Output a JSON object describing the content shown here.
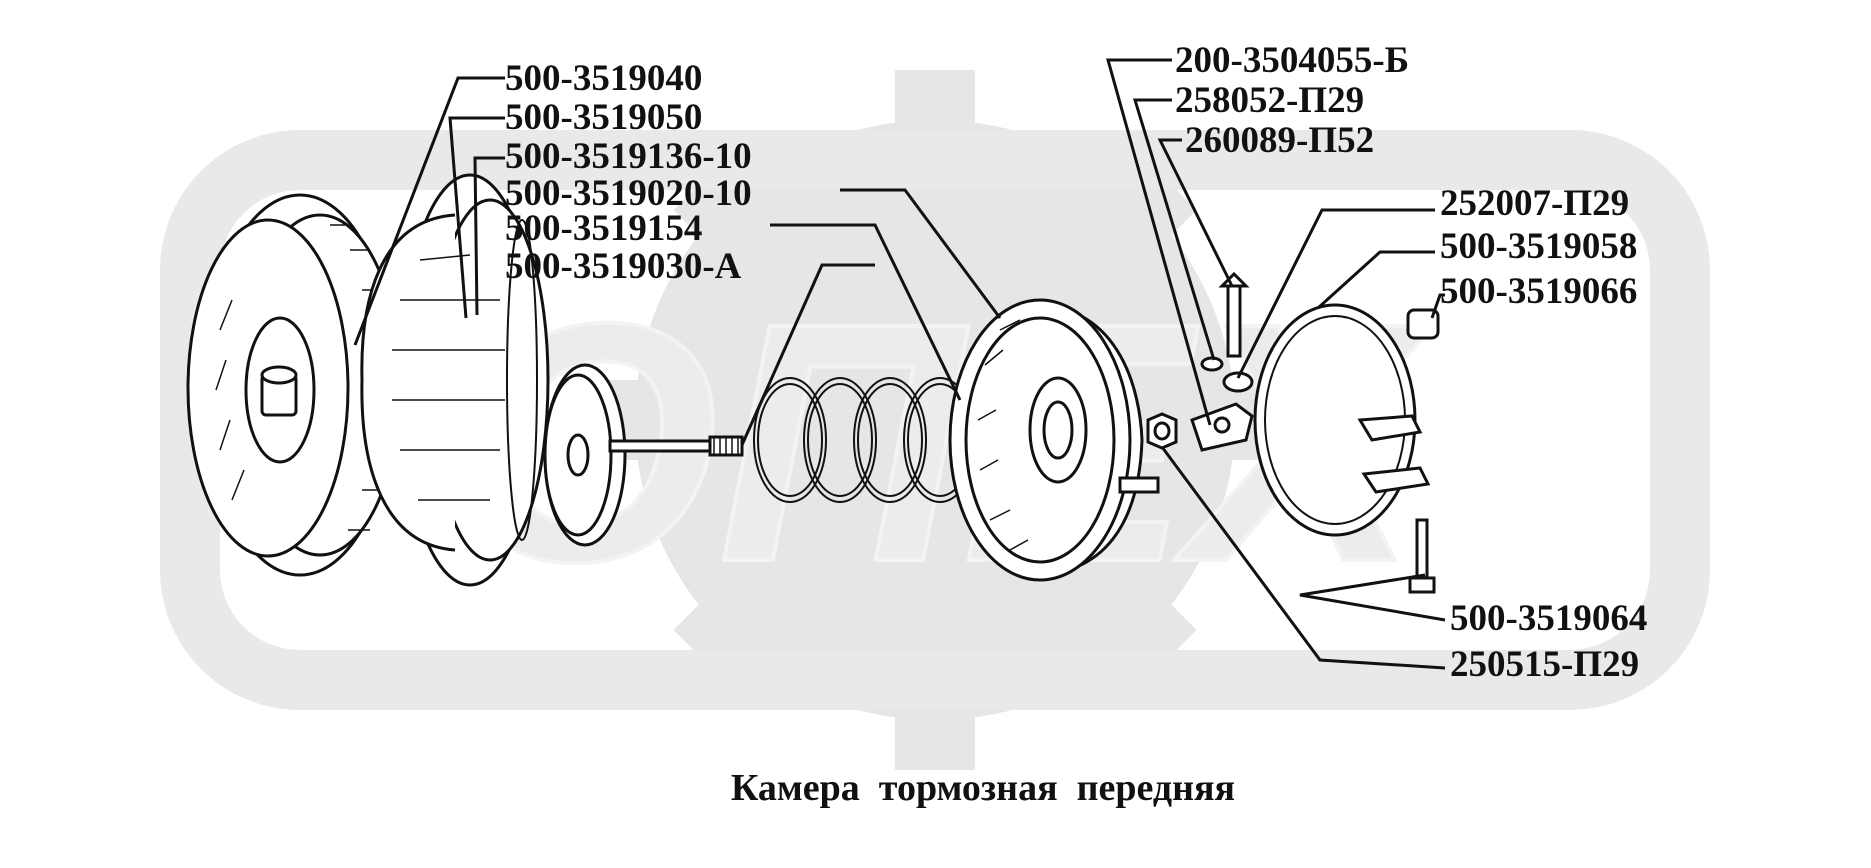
{
  "diagram": {
    "labels": {
      "p500_3519040": "500-3519040",
      "p500_3519050": "500-3519050",
      "p500_3519136_10": "500-3519136-10",
      "p500_3519020_10": "500-3519020-10",
      "p500_3519154": "500-3519154",
      "p500_3519030_a": "500-3519030-А",
      "p200_3504055_b": "200-3504055-Б",
      "p258052_p29": "258052-П29",
      "p260089_p52": "260089-П52",
      "p252007_p29": "252007-П29",
      "p500_3519058": "500-3519058",
      "p500_3519066": "500-3519066",
      "p500_3519064": "500-3519064",
      "p250515_p29": "250515-П29"
    },
    "caption": "Камера  тормозная  передняя",
    "watermark": {
      "text": "ОПЕХ",
      "color": "#e6e6e6"
    }
  }
}
